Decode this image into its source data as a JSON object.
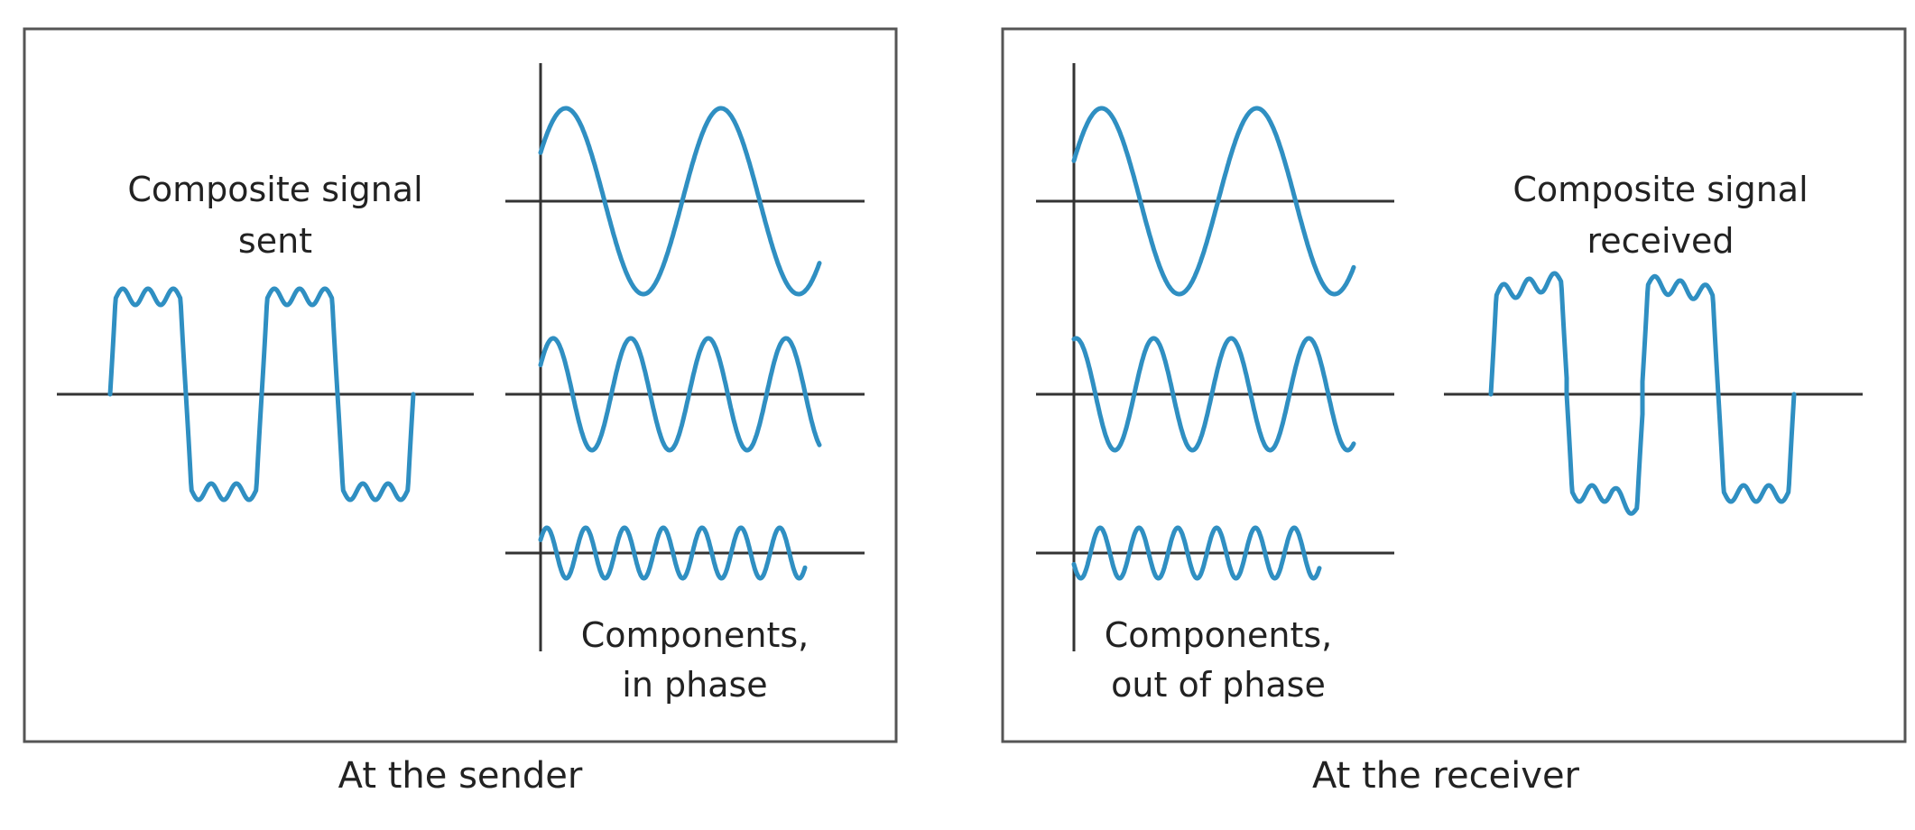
{
  "colors": {
    "wave": "#2f8fc2",
    "axis": "#333333",
    "frame": "#555555",
    "text": "#222222"
  },
  "sender": {
    "caption": "At the sender",
    "composite_label": [
      "Composite signal",
      "sent"
    ],
    "components_label": [
      "Components,",
      "in phase"
    ]
  },
  "receiver": {
    "caption": "At the receiver",
    "composite_label": [
      "Composite signal",
      "received"
    ],
    "components_label": [
      "Components,",
      "out of phase"
    ]
  }
}
